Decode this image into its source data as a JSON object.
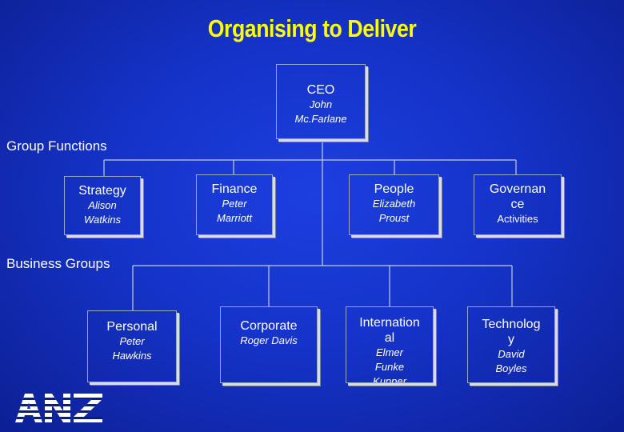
{
  "title": "Organising to Deliver",
  "sections": {
    "group_functions": "Group Functions",
    "business_groups": "Business Groups"
  },
  "ceo": {
    "role": "CEO",
    "name_line1": "John",
    "name_line2": "Mc.Farlane"
  },
  "group_functions": [
    {
      "role": "Strategy",
      "name_line1": "Alison",
      "name_line2": "Watkins"
    },
    {
      "role": "Finance",
      "name_line1": "Peter",
      "name_line2": "Marriott"
    },
    {
      "role": "People",
      "name_line1": "Elizabeth",
      "name_line2": "Proust"
    },
    {
      "role_line1": "Governan",
      "role_line2": "ce",
      "sub": "Activities"
    }
  ],
  "business_groups": [
    {
      "role": "Personal",
      "name_line1": "Peter",
      "name_line2": "Hawkins"
    },
    {
      "role": "Corporate",
      "name_line1": "Roger Davis"
    },
    {
      "role_line1": "Internation",
      "role_line2": "al",
      "name_line1": "Elmer",
      "name_line2": "Funke",
      "name_line3": "Kupper"
    },
    {
      "role_line1": "Technolog",
      "role_line2": "y",
      "name_line1": "David",
      "name_line2": "Boyles"
    }
  ],
  "logo": {
    "text": "ANZ"
  }
}
